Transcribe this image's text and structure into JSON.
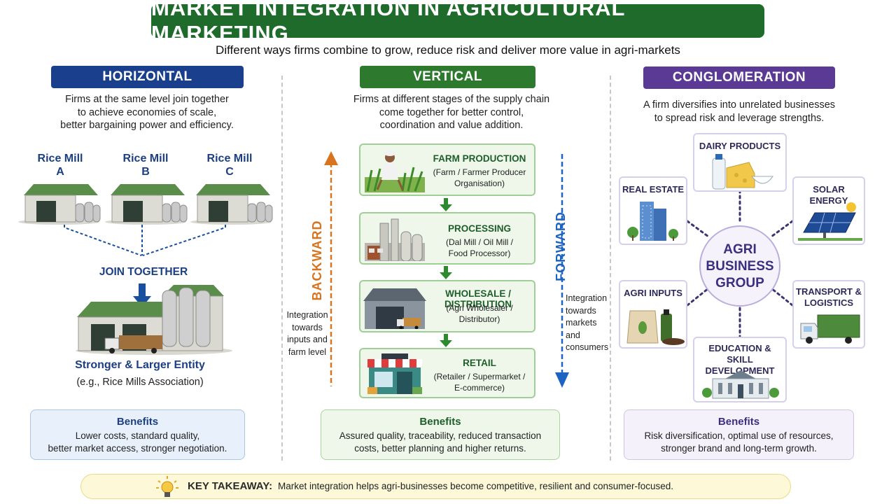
{
  "header": {
    "title": "MARKET INTEGRATION IN AGRICULTURAL MARKETING",
    "subtitle": "Different ways firms combine to grow, reduce risk and deliver more value in agri-markets"
  },
  "horizontal": {
    "heading": "HORIZONTAL",
    "description": [
      "Firms at the same level join together",
      "to achieve economies of scale,",
      "better bargaining power and efficiency."
    ],
    "mills": [
      {
        "line1": "Rice Mill",
        "line2": "A"
      },
      {
        "line1": "Rice Mill",
        "line2": "B"
      },
      {
        "line1": "Rice Mill",
        "line2": "C"
      }
    ],
    "join_label": "JOIN TOGETHER",
    "entity_label": "Stronger & Larger Entity",
    "entity_example": "(e.g., Rice Mills Association)",
    "benefits_title": "Benefits",
    "benefits_text": [
      "Lower costs, standard quality,",
      "better market access, stronger negotiation."
    ]
  },
  "vertical": {
    "heading": "VERTICAL",
    "description": [
      "Firms at different stages of the supply chain",
      "come together for better control,",
      "coordination and value addition."
    ],
    "stages": [
      {
        "title": "FARM PRODUCTION",
        "sub": [
          "(Farm / Farmer Producer",
          "Organisation)"
        ]
      },
      {
        "title": "PROCESSING",
        "sub": [
          "(Dal Mill / Oil Mill /",
          "Food Processor)"
        ]
      },
      {
        "title": "WHOLESALE / DISTRIBUTION",
        "sub": [
          "(Agri Wholesaler /",
          "Distributor)"
        ]
      },
      {
        "title": "RETAIL",
        "sub": [
          "(Retailer / Supermarket /",
          "E-commerce)"
        ]
      }
    ],
    "backward_label": "BACKWARD",
    "backward_note": [
      "Integration",
      "towards",
      "inputs and",
      "farm level"
    ],
    "forward_label": "FORWARD",
    "forward_note": [
      "Integration",
      "towards",
      "markets",
      "and",
      "consumers"
    ],
    "benefits_title": "Benefits",
    "benefits_text": [
      "Assured quality, traceability, reduced transaction",
      "costs, better planning and higher returns."
    ]
  },
  "conglomeration": {
    "heading": "CONGLOMERATION",
    "description": [
      "A firm diversifies into unrelated businesses",
      "to spread risk and leverage strengths."
    ],
    "center": [
      "AGRI",
      "BUSINESS",
      "GROUP"
    ],
    "businesses": {
      "dairy": [
        "DAIRY PRODUCTS"
      ],
      "real_estate": [
        "REAL ESTATE"
      ],
      "solar": [
        "SOLAR ENERGY"
      ],
      "inputs": [
        "AGRI INPUTS"
      ],
      "transport": [
        "TRANSPORT &",
        "LOGISTICS"
      ],
      "education": [
        "EDUCATION &",
        "SKILL DEVELOPMENT"
      ]
    },
    "benefits_title": "Benefits",
    "benefits_text": [
      "Risk diversification, optimal use of resources,",
      "stronger brand and long-term growth."
    ]
  },
  "takeaway": {
    "label": "KEY TAKEAWAY:",
    "text": "Market integration helps agri-businesses become competitive, resilient and consumer-focused."
  },
  "colors": {
    "title_green": "#1e6b2c",
    "horizontal_blue": "#1a3f8c",
    "vertical_green": "#2d7a2f",
    "conglomeration_purple": "#5b3a96",
    "backward_orange": "#d8741e",
    "forward_blue": "#1d63c2"
  }
}
